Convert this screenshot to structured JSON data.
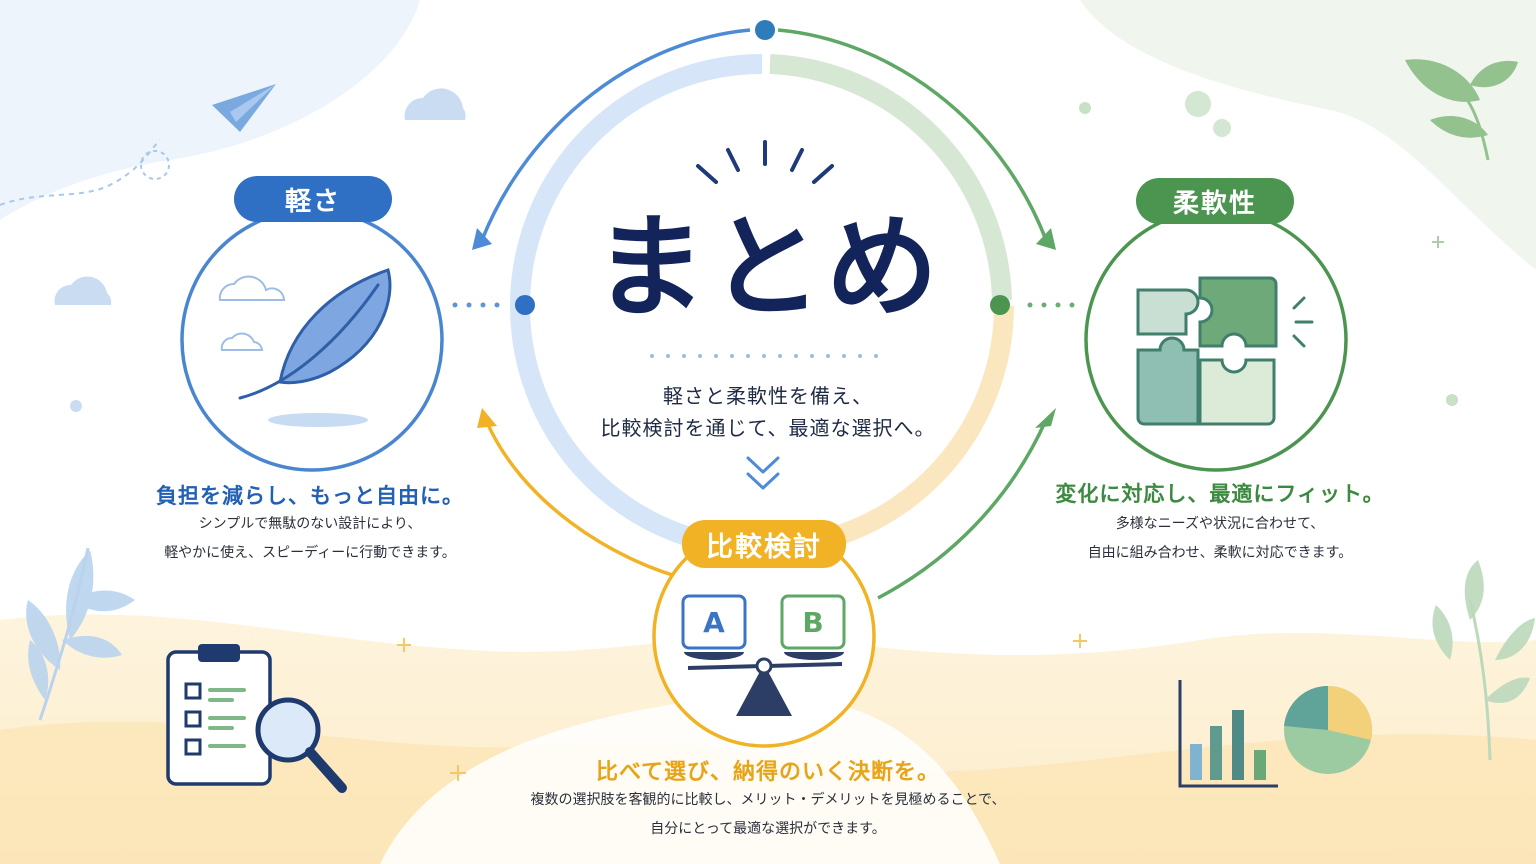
{
  "center": {
    "title": "まとめ",
    "subtitle_line1": "軽さと柔軟性を備え、",
    "subtitle_line2": "比較検討を通じて、最適な選択へ。"
  },
  "left": {
    "label": "軽さ",
    "heading": "負担を減らし、もっと自由に。",
    "body_line1": "シンプルで無駄のない設計により、",
    "body_line2": "軽やかに使え、スピーディーに行動できます。",
    "icon": "feather-icon"
  },
  "right": {
    "label": "柔軟性",
    "heading": "変化に対応し、最適にフィット。",
    "body_line1": "多様なニーズや状況に合わせて、",
    "body_line2": "自由に組み合わせ、柔軟に対応できます。",
    "icon": "puzzle-icon"
  },
  "bottom": {
    "label": "比較検討",
    "heading": "比べて選び、納得のいく決断を。",
    "body_line1": "複数の選択肢を客観的に比較し、メリット・デメリットを見極めることで、",
    "body_line2": "自分にとって最適な選択ができます。",
    "option_a": "A",
    "option_b": "B",
    "icon": "balance-scale-icon"
  },
  "colors": {
    "blue": "#2f6fc4",
    "green": "#4c9550",
    "yellow": "#f1b325",
    "navy": "#13245a"
  }
}
